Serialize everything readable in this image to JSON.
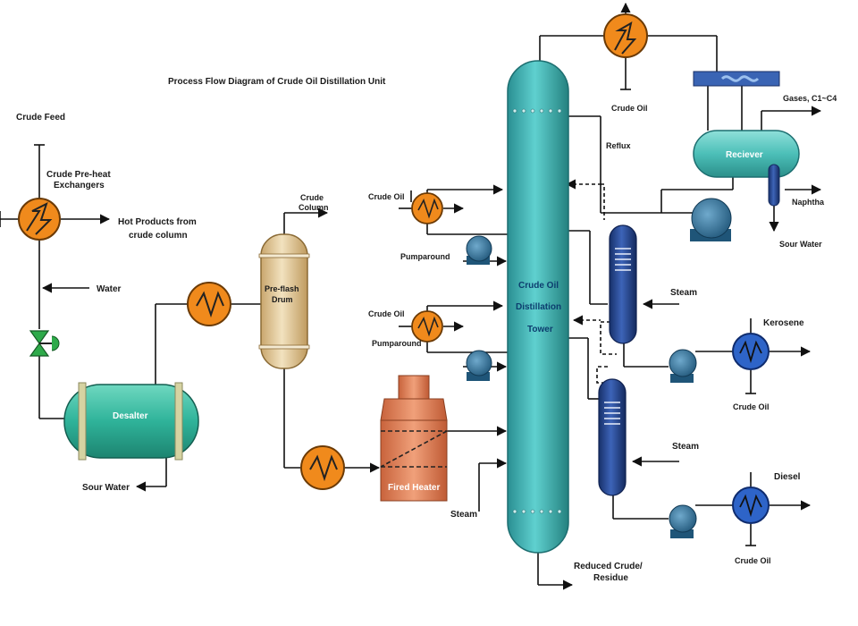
{
  "title": "Process Flow Diagram of Crude Oil Distillation Unit",
  "labels": {
    "crude_feed": "Crude Feed",
    "preheat_l1": "Crude Pre-heat",
    "preheat_l2": "Exchangers",
    "hot_products_l1": "Hot Products from",
    "hot_products_l2": "crude column",
    "water": "Water",
    "desalter": "Desalter",
    "sour_water_left": "Sour Water",
    "crude_column_l1": "Crude",
    "crude_column_l2": "Column",
    "preflash_l1": "Pre-flash",
    "preflash_l2": "Drum",
    "fired_heater": "Fired Heater",
    "steam_bottom": "Steam",
    "crude_oil_pa1": "Crude Oil",
    "pumparound_1": "Pumparound",
    "crude_oil_pa2": "Crude Oil",
    "pumparound_2": "Pumparound",
    "tower_l1": "Crude Oil",
    "tower_l2": "Distillation",
    "tower_l3": "Tower",
    "crude_oil_top": "Crude Oil",
    "reflux": "Reflux",
    "gases": "Gases, C1~C4",
    "receiver": "Reciever",
    "naphtha": "Naphtha",
    "sour_water_right": "Sour Water",
    "steam_1": "Steam",
    "kerosene": "Kerosene",
    "crude_oil_kero": "Crude Oil",
    "steam_2": "Steam",
    "diesel": "Diesel",
    "crude_oil_diesel": "Crude Oil",
    "residue_l1": "Reduced Crude/",
    "residue_l2": "Residue"
  },
  "colors": {
    "exchanger_orange": "#f08a1c",
    "exchanger_blue": "#2e64c8",
    "tower_teal": "#3fb3b5",
    "desalter_green": "#2fb39a",
    "preflash_tan": "#e2c99a",
    "heater_copper": "#e08660",
    "stripper_navy": "#1e3f8a",
    "pump_steel": "#2d6f96",
    "receiver_teal": "#4cbfb8",
    "valve_green": "#2eaa4a",
    "condenser_blue": "#3a64b4"
  }
}
